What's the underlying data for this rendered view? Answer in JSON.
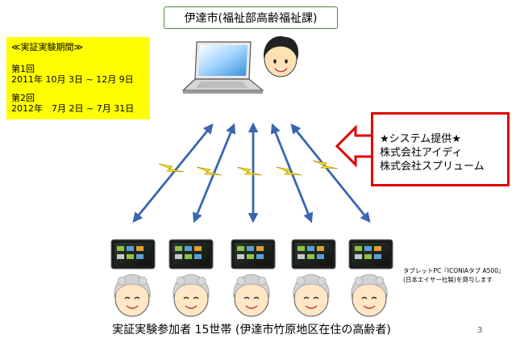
{
  "title": "伊達市(福祉部高齢福祉課)",
  "period": {
    "header": "≪実証実験期間≫",
    "round1_label": "第1回",
    "round1_dates": "2011年 10月 3日 ~ 12月 9日",
    "round2_label": "第2回",
    "round2_dates": "2012年　7月 2日 ~ 7月 31日"
  },
  "provider": {
    "line1": "★システム提供★",
    "line2": "株式会社アイディ",
    "line3": "株式会社スプリューム"
  },
  "participants_caption": "実証実験参加者 15世帯 (伊達市竹原地区在住の高齢者)",
  "tablet_note": {
    "line1": "タブレットPC『ICONIAタブ A500』",
    "line2": "(日本エイサー社製)を貸与します"
  },
  "page_number": "3",
  "icons": {
    "laptop": "laptop-icon",
    "official": "person-icon",
    "tablet": "tablet-icon",
    "elder": "elderly-person-icon",
    "signal": "lightning-signal-icon",
    "callout": "callout-arrow"
  },
  "colors": {
    "arrow": "#3a66b0",
    "lightning": "#ffe000",
    "period_bg": "#ffff00",
    "provider_border": "#e30000",
    "title_border": "#4f8a3a"
  }
}
